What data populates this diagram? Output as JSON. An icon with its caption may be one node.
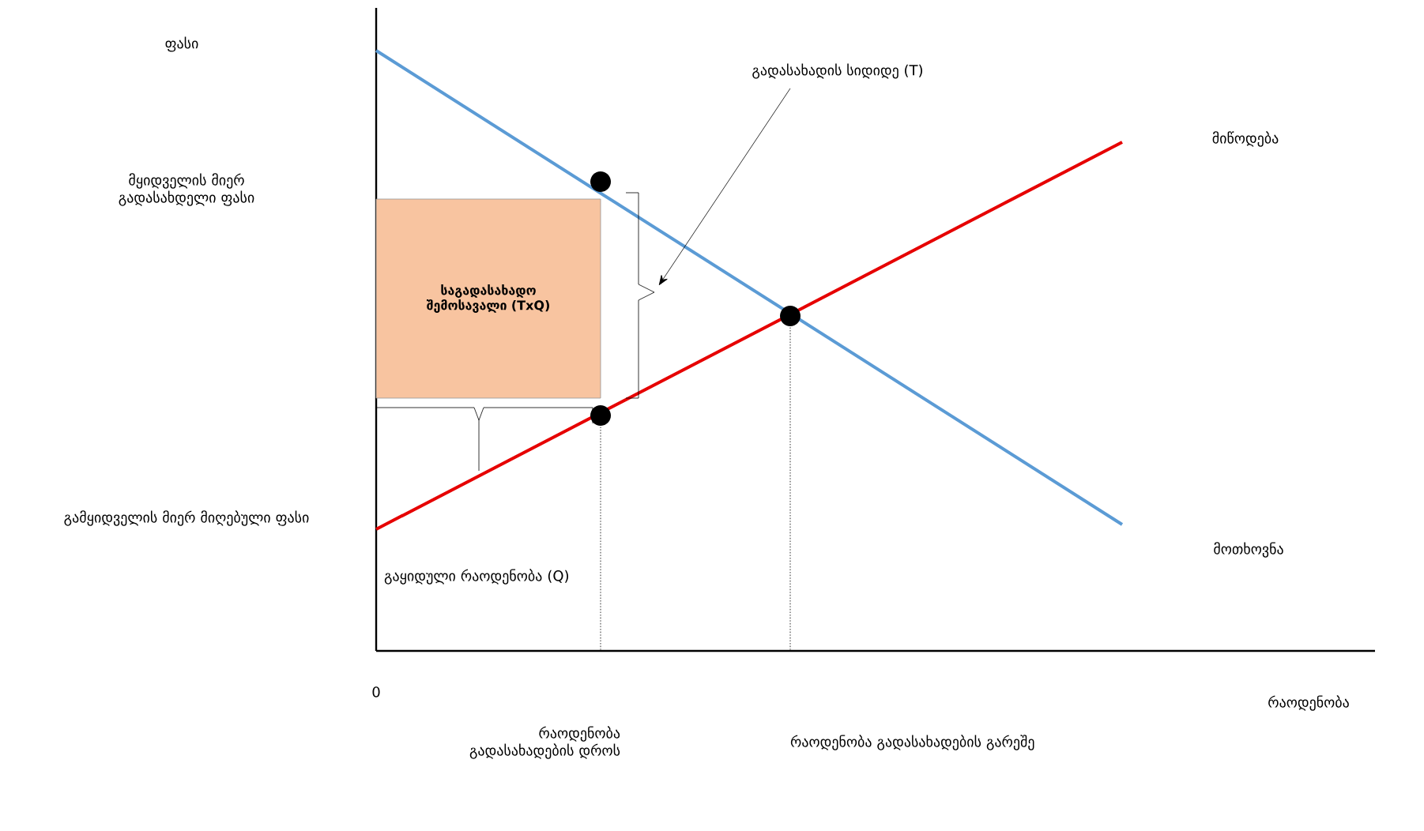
{
  "diagram": {
    "nodes": [
      {
        "text": [
          "საგადასახადო შემოსავალი (TxQ)"
        ]
      },
      {
        "text": [
          "გადასახადის სიდიდე (T)"
        ]
      },
      {
        "text": [],
        "shape": "brace"
      }
    ],
    "edges": [
      {
        "from": 1,
        "to": 2,
        "arrow": "to"
      }
    ],
    "labels": [
      "ფასი",
      "მყიდველის მიერ გადასახდელი ფასი",
      "მიწოდება",
      "გამყიდველის მიერ მიღებული ფასი",
      "გაყიდული რაოდენობა (Q)",
      "მოთხოვნა",
      "0",
      "რაოდენობა გადასახადების დროს",
      "რაოდენობა გადასახადების გარეშე",
      "რაოდენობა"
    ]
  }
}
